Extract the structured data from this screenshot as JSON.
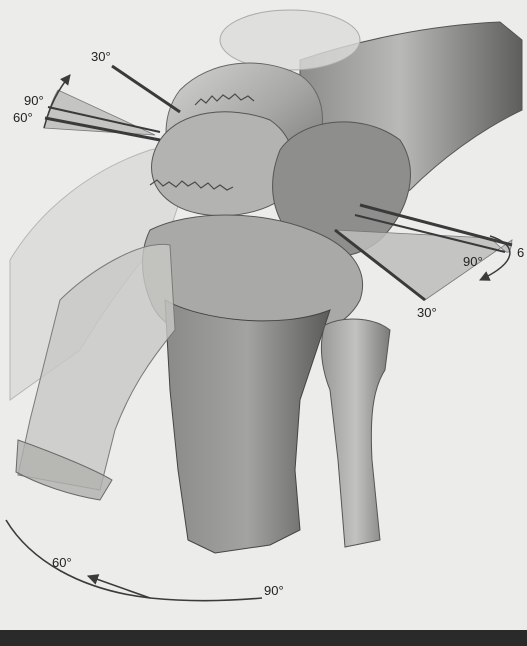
{
  "angle_labels": {
    "upper_left_30": "30°",
    "upper_left_90": "90°",
    "upper_left_60": "60°",
    "right_90": "90°",
    "right_6_partial": "6",
    "right_30": "30°",
    "bottom_60": "60°",
    "bottom_90": "90°"
  },
  "colors": {
    "background": "#ececea",
    "bone_light": "#c9c9c7",
    "bone_mid": "#9c9c9a",
    "bone_dark": "#6e6e6c",
    "wedge_fill": "#b8b8b6",
    "guide_rod": "#3a3a3a",
    "arc_arrow": "#3b3b3b"
  }
}
